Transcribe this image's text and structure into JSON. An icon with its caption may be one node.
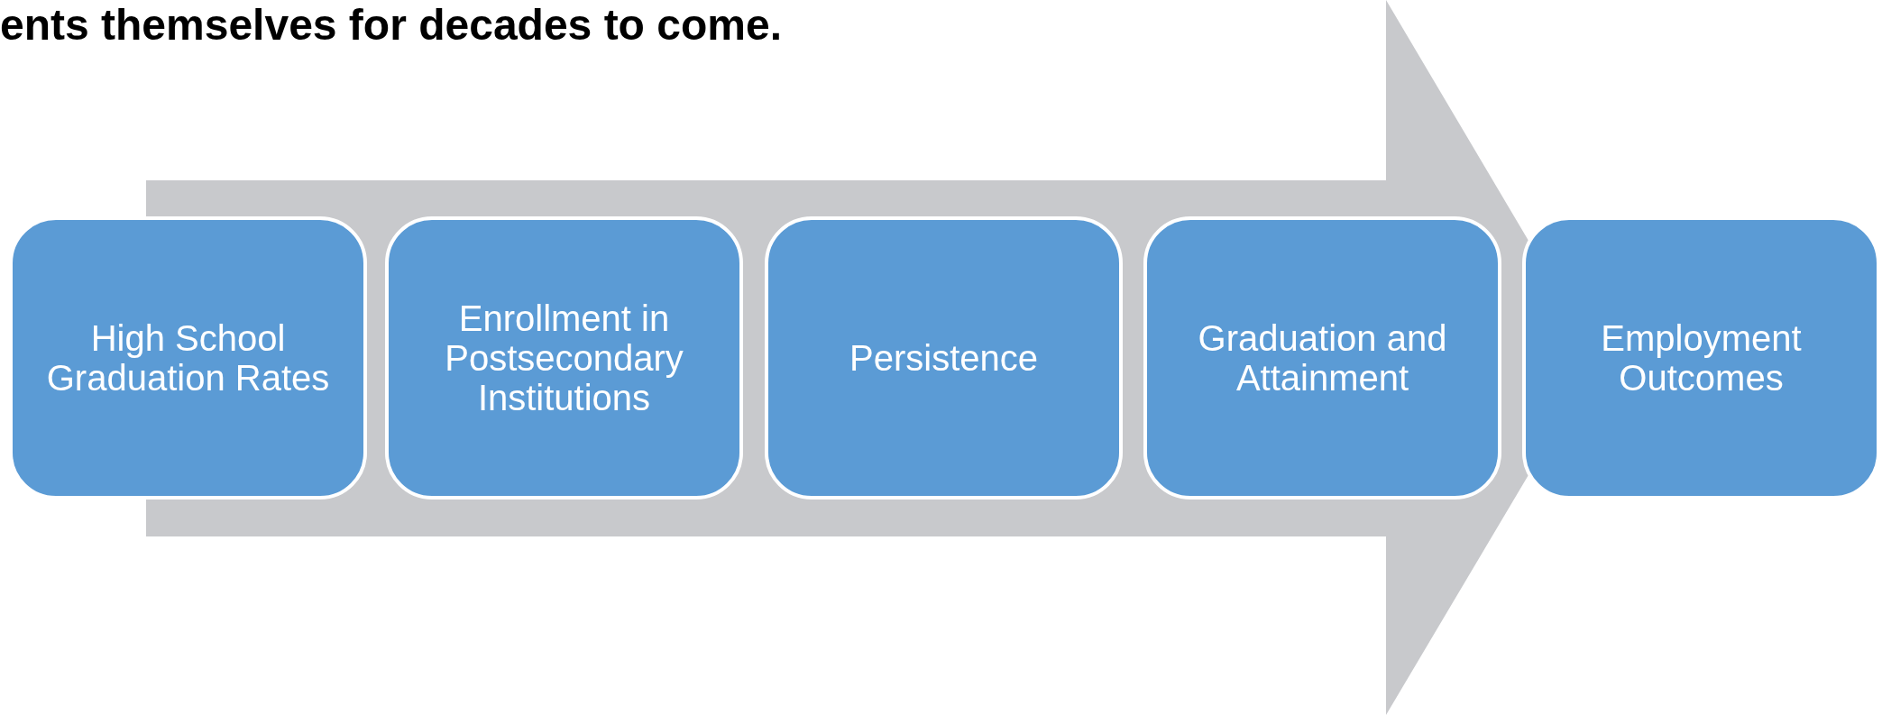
{
  "diagram": {
    "nodes": [
      {
        "text": [
          "High School Graduation Rates"
        ]
      },
      {
        "text": [
          "Enrollment in Postsecondary Institutions"
        ]
      },
      {
        "text": [
          "Persistence"
        ]
      },
      {
        "text": [
          "Graduation and Attainment"
        ]
      },
      {
        "text": [
          "Employment Outcomes"
        ]
      }
    ],
    "labels": [
      "ents themselves for decades to come."
    ]
  }
}
